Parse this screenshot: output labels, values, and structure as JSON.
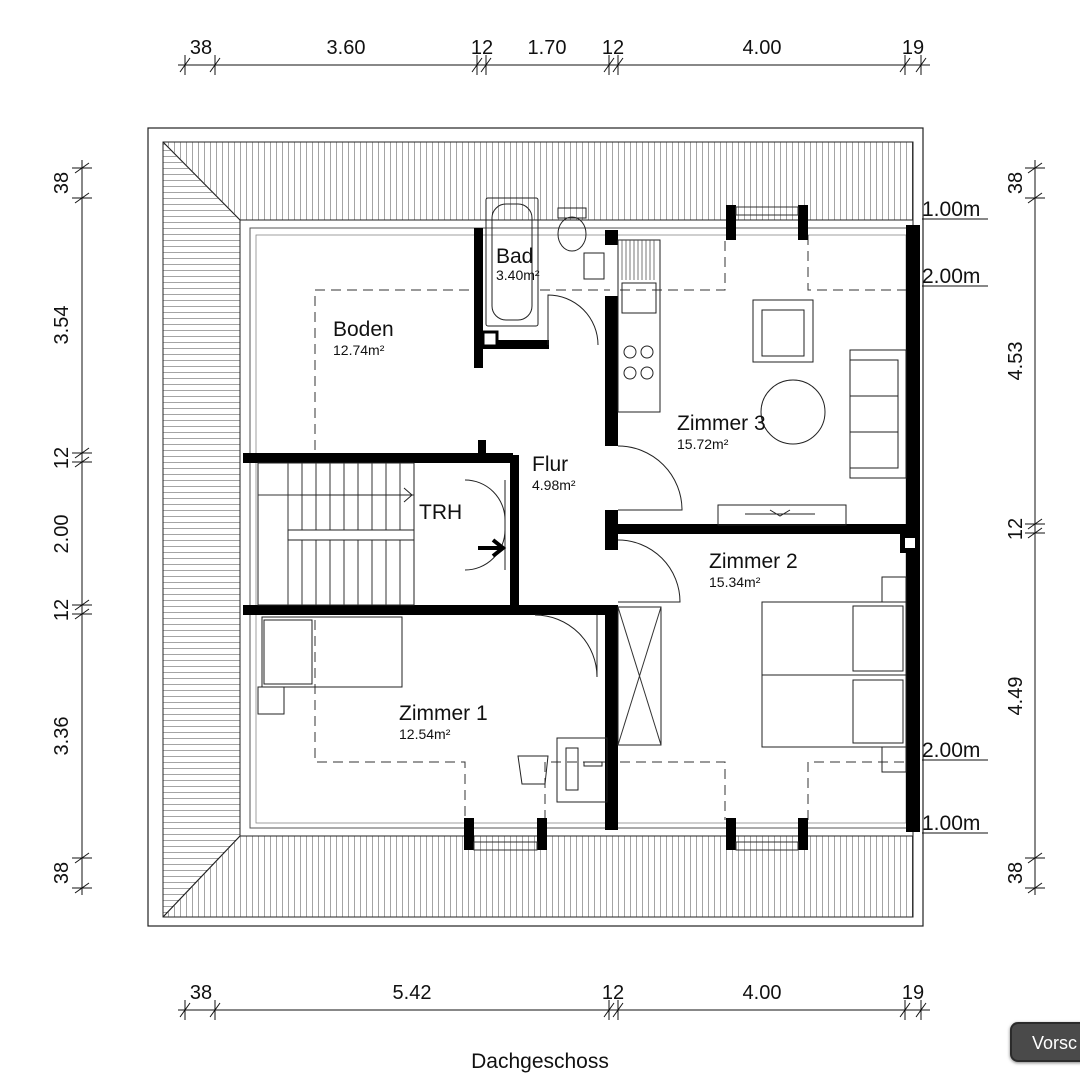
{
  "title": "Dachgeschoss",
  "preview_button": "Vorsc",
  "dimensions": {
    "top": [
      "38",
      "3.60",
      "12",
      "1.70",
      "12",
      "4.00",
      "19"
    ],
    "bottom": [
      "38",
      "5.42",
      "12",
      "4.00",
      "19"
    ],
    "left": [
      "38",
      "3.54",
      "12",
      "2.00",
      "12",
      "3.36",
      "38"
    ],
    "right": [
      "38",
      "4.53",
      "12",
      "4.49",
      "38"
    ]
  },
  "height_markers": [
    "1.00m",
    "2.00m",
    "2.00m",
    "1.00m"
  ],
  "rooms": [
    {
      "name": "Bad",
      "area": "3.40m²"
    },
    {
      "name": "Boden",
      "area": "12.74m²"
    },
    {
      "name": "Zimmer 3",
      "area": "15.72m²"
    },
    {
      "name": "Flur",
      "area": "4.98m²"
    },
    {
      "name": "Zimmer 2",
      "area": "15.34m²"
    },
    {
      "name": "Zimmer 1",
      "area": "12.54m²"
    }
  ],
  "stair_label": "TRH"
}
